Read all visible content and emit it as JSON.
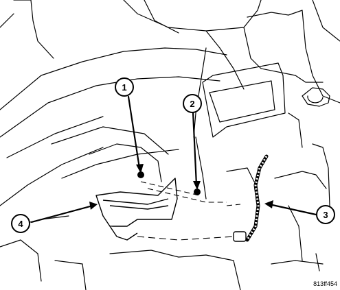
{
  "callouts": [
    {
      "label": "1"
    },
    {
      "label": "2"
    },
    {
      "label": "3"
    },
    {
      "label": "4"
    }
  ],
  "figure_id": "813ff454"
}
